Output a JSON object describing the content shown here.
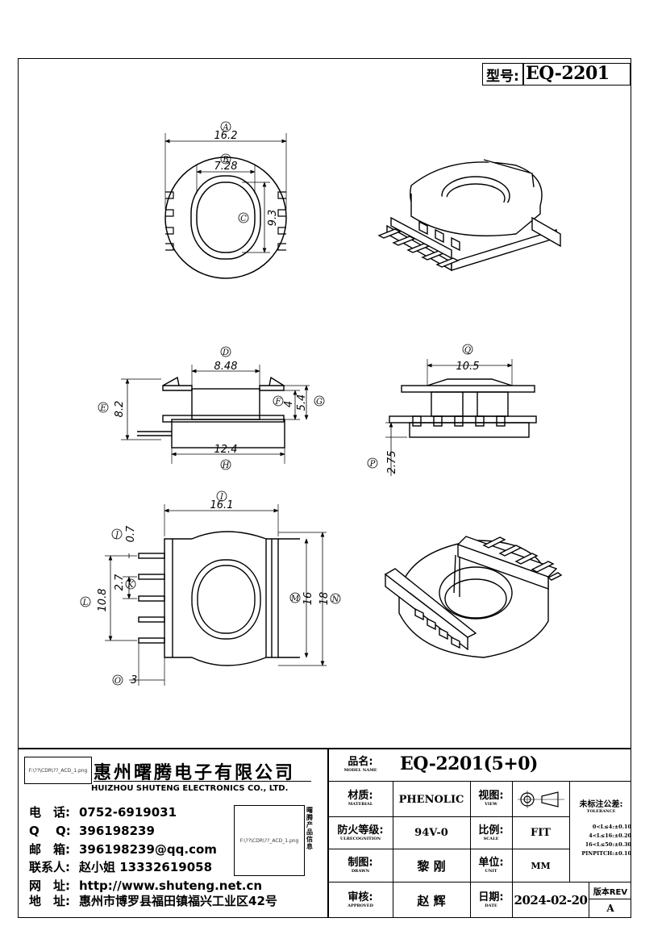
{
  "header": {
    "model_label": "型号:",
    "model_value": "EQ-2201"
  },
  "drawing": {
    "top_view": {
      "a_label": "A",
      "a_value": "16.2",
      "b_label": "B",
      "b_value": "7.28",
      "c_label": "C",
      "c_value": "9.3"
    },
    "side_view_left": {
      "d_label": "D",
      "d_value": "8.48",
      "e_label": "E",
      "e_value": "8.2",
      "f_label": "F",
      "f_value": "4",
      "g_label": "G",
      "g_value": "5.4",
      "h_label": "H",
      "h_value": "12.4"
    },
    "side_view_right": {
      "q_label": "Q",
      "q_value": "10.5",
      "p_label": "P",
      "p_value": "2.75"
    },
    "bottom_view": {
      "i_label": "I",
      "i_value": "16.1",
      "j_label": "J",
      "j_value": "0.7",
      "k_label": "K",
      "k_value": "2.7",
      "l_label": "L",
      "l_value": "10.8",
      "m_label": "M",
      "m_value": "16",
      "n_label": "N",
      "n_value": "18",
      "o_label": "O",
      "o_value": "3"
    }
  },
  "company": {
    "logo_path": "F:\\??\\CDR\\??_ACD_1.png",
    "name_cn": "惠州曙腾电子有限公司",
    "name_en": "HUIZHOU SHUTENG ELECTRONICS CO., LTD.",
    "contacts": [
      {
        "key": "电　话:",
        "value": "0752-6919031"
      },
      {
        "key": "Q　 Q:",
        "value": "396198239"
      },
      {
        "key": "邮　箱:",
        "value": "396198239@qq.com"
      },
      {
        "key": "联系人:",
        "value": "赵小姐 13332619058"
      },
      {
        "key": "网　址:",
        "value": "http://www.shuteng.net.cn"
      },
      {
        "key": "地　址:",
        "value": "惠州市博罗县福田镇福兴工业区42号"
      }
    ],
    "qr_path": "F:\\??\\CDR\\??_ACD_1.png",
    "qr_caption": "曙腾产品信息"
  },
  "titleblock": {
    "model_name_cn": "品名:",
    "model_name_en": "MODEL NAME",
    "model_name_value": "EQ-2201(5+0)",
    "material_cn": "材质:",
    "material_en": "MATERIAL",
    "material_value": "PHENOLIC",
    "view_cn": "视图:",
    "view_en": "VIEW",
    "tolerance_cn": "未标注公差:",
    "tolerance_en": "TOLERANCE",
    "tolerance_lines": [
      "0<L≤4:±0.10",
      "4<L≤16:±0.20",
      "16<L≤50:±0.30",
      "PINPITCH:±0.10"
    ],
    "flame_cn": "防火等级:",
    "flame_en": "ULRECOGNITION",
    "flame_value": "94V-0",
    "scale_cn": "比例:",
    "scale_en": "SCALE",
    "scale_value": "FIT",
    "drawn_cn": "制图:",
    "drawn_en": "DRAWN",
    "drawn_value": "黎 刚",
    "unit_cn": "单位:",
    "unit_en": "UNIT",
    "unit_value": "MM",
    "approved_cn": "审核:",
    "approved_en": "APPROVED",
    "approved_value": "赵 辉",
    "date_cn": "日期:",
    "date_en": "DATE",
    "date_value": "2024-02-20",
    "rev_label": "版本REV",
    "rev_value": "A"
  }
}
